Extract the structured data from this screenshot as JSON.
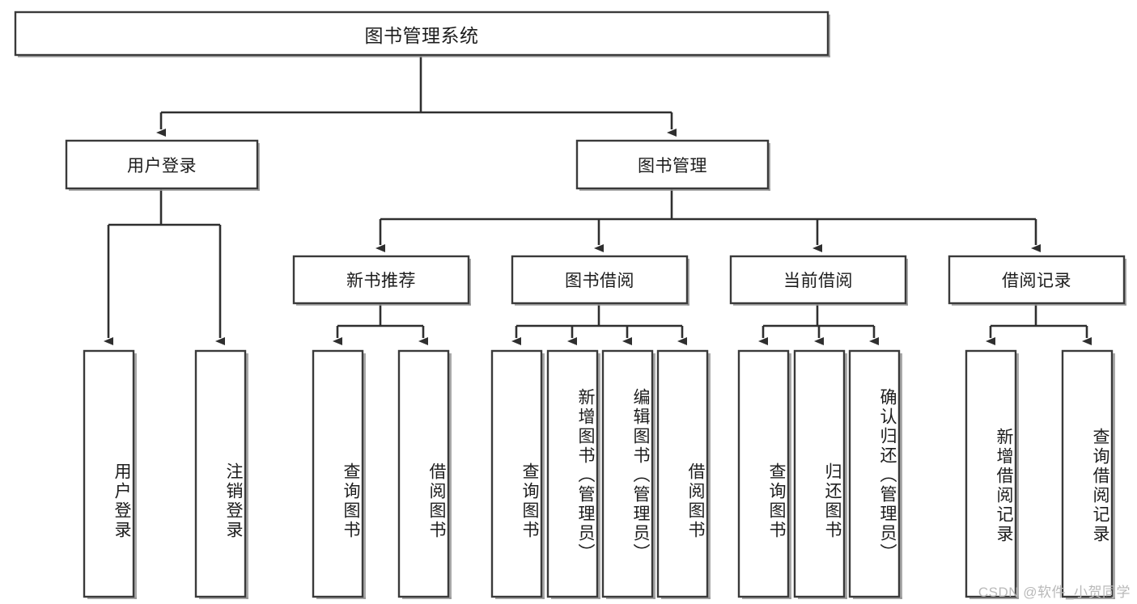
{
  "diagram": {
    "type": "tree-hierarchy",
    "title": "图书管理系统",
    "root": {
      "id": "root",
      "label": "图书管理系统",
      "level": 0
    },
    "level1": [
      {
        "id": "user-login",
        "label": "用户登录"
      },
      {
        "id": "book-manage",
        "label": "图书管理"
      }
    ],
    "level2": [
      {
        "id": "new-book-recommend",
        "label": "新书推荐",
        "parent": "book-manage"
      },
      {
        "id": "book-borrow",
        "label": "图书借阅",
        "parent": "book-manage"
      },
      {
        "id": "current-borrow",
        "label": "当前借阅",
        "parent": "book-manage"
      },
      {
        "id": "borrow-record",
        "label": "借阅记录",
        "parent": "book-manage"
      }
    ],
    "leaves": [
      {
        "id": "leaf-user-login",
        "label": "用户登录",
        "parent": "user-login"
      },
      {
        "id": "leaf-logout",
        "label": "注销登录",
        "parent": "user-login"
      },
      {
        "id": "leaf-query-book-1",
        "label": "查询图书",
        "parent": "new-book-recommend"
      },
      {
        "id": "leaf-borrow-book-1",
        "label": "借阅图书",
        "parent": "new-book-recommend"
      },
      {
        "id": "leaf-query-book-2",
        "label": "查询图书",
        "parent": "book-borrow"
      },
      {
        "id": "leaf-add-book",
        "label": "新增图书（管理员）",
        "parent": "book-borrow"
      },
      {
        "id": "leaf-edit-book",
        "label": "编辑图书（管理员）",
        "parent": "book-borrow"
      },
      {
        "id": "leaf-borrow-book-2",
        "label": "借阅图书",
        "parent": "book-borrow"
      },
      {
        "id": "leaf-query-book-3",
        "label": "查询图书",
        "parent": "current-borrow"
      },
      {
        "id": "leaf-return-book",
        "label": "归还图书",
        "parent": "current-borrow"
      },
      {
        "id": "leaf-confirm-return",
        "label": "确认归还（管理员）",
        "parent": "current-borrow"
      },
      {
        "id": "leaf-add-record",
        "label": "新增借阅记录",
        "parent": "borrow-record"
      },
      {
        "id": "leaf-query-record",
        "label": "查询借阅记录",
        "parent": "borrow-record"
      }
    ],
    "colors": {
      "box_stroke": "#3a3a3a",
      "edge": "#2f2f2f",
      "box_fill": "#ffffff",
      "text": "#1c1c1c",
      "watermark": "#b9b9b9",
      "background": "#ffffff"
    }
  },
  "watermark": {
    "text": "CSDN @软件_小贺同学"
  }
}
